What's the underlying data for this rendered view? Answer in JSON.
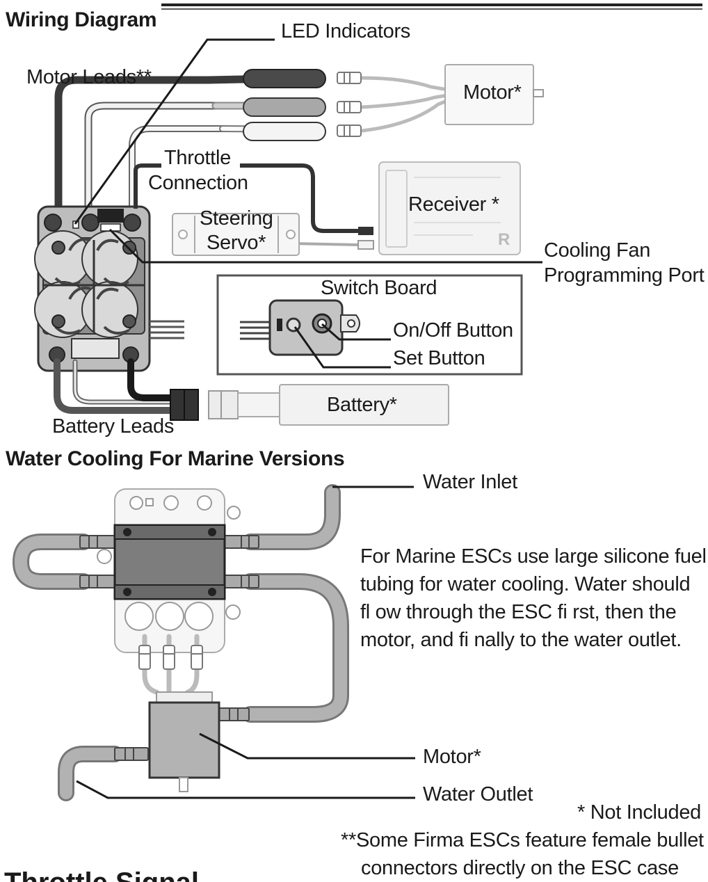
{
  "wiring": {
    "title": "Wiring Diagram",
    "labels": {
      "led": "LED Indicators",
      "motor_leads": "Motor Leads**",
      "motor": "Motor*",
      "throttle_1": "Throttle",
      "throttle_2": "Connection",
      "receiver": "Receiver *",
      "steering_1": "Steering",
      "steering_2": "Servo*",
      "cooling_fan": "Cooling Fan",
      "prog_port": "Programming Port",
      "switch_board": "Switch Board",
      "onoff": "On/Off Button",
      "set": "Set Button",
      "battery": "Battery*",
      "battery_leads": "Battery Leads"
    },
    "receiver_logo": "R"
  },
  "water": {
    "title": "Water Cooling For Marine Versions",
    "labels": {
      "inlet": "Water Inlet",
      "motor": "Motor*",
      "outlet": "Water Outlet"
    },
    "description": [
      "For Marine ESCs use large silicone fuel",
      "tubing for water cooling. Water should",
      "fl ow through the ESC fi rst, then the",
      "motor, and fi nally to the water outlet."
    ]
  },
  "notes": {
    "not_included": "* Not Included",
    "bullet_1": "**Some Firma ESCs feature female bullet",
    "bullet_2": "connectors directly on the ESC case"
  },
  "next_section": {
    "title": "Throttle Signal"
  }
}
